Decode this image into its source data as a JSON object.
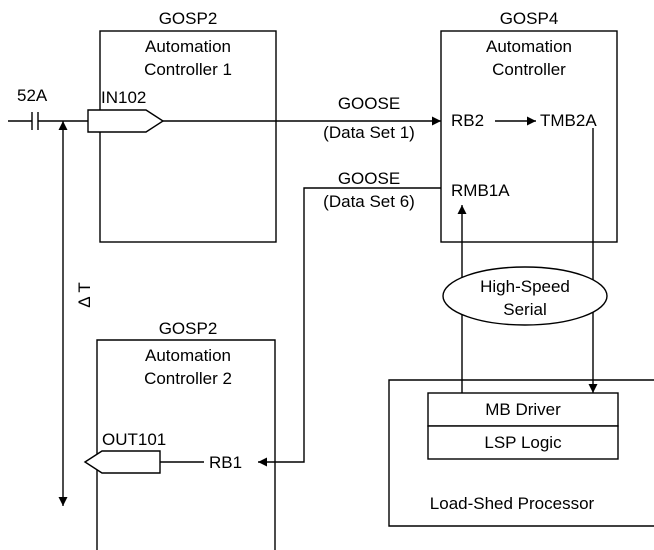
{
  "controller1": {
    "model": "GOSP2",
    "line1": "Automation",
    "line2": "Controller 1",
    "input": "IN102"
  },
  "controller2": {
    "model": "GOSP2",
    "line1": "Automation",
    "line2": "Controller 2",
    "output": "OUT101",
    "bit": "RB1"
  },
  "controller4": {
    "model": "GOSP4",
    "line1": "Automation",
    "line2": "Controller",
    "rb2": "RB2",
    "tmb2a": "TMB2A",
    "rmb1a": "RMB1A"
  },
  "breaker": {
    "label": "52A"
  },
  "goose_top": {
    "label": "GOOSE",
    "dataset": "(Data Set 1)"
  },
  "goose_bottom": {
    "label": "GOOSE",
    "dataset": "(Data Set 6)"
  },
  "serial_link": {
    "line1": "High-Speed",
    "line2": "Serial"
  },
  "lsp": {
    "mb_driver": "MB Driver",
    "logic": "LSP Logic",
    "title": "Load-Shed Processor"
  },
  "delta_t": {
    "label": "Δ T"
  }
}
